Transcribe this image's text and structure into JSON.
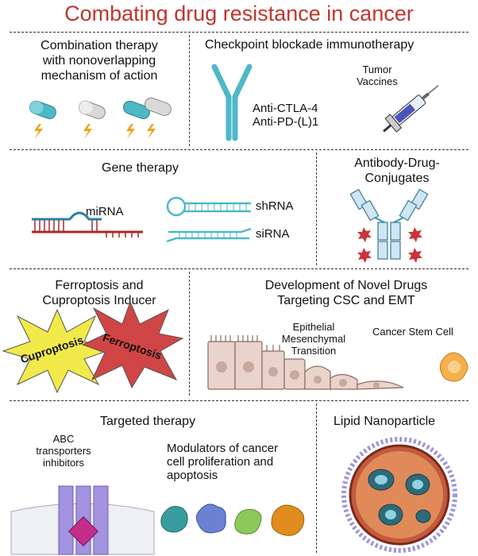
{
  "title": "Combating drug resistance in cancer",
  "panels": {
    "combination": {
      "heading": "Combination therapy\nwith nonoverlapping\nmechanism of action"
    },
    "checkpoint": {
      "heading": "Checkpoint blockade immunotherapy",
      "antibody_label": "Anti-CTLA-4\nAnti-PD-(L)1",
      "vaccine_label": "Tumor\nVaccines"
    },
    "gene": {
      "heading": "Gene therapy",
      "mirna": "miRNA",
      "shrna": "shRNA",
      "sirna": "siRNA"
    },
    "adc": {
      "heading": "Antibody-Drug-\nConjugates"
    },
    "ferro": {
      "heading": "Ferroptosis and\nCuproptosis Inducer",
      "burst1": "Cuproptosis",
      "burst2": "Ferroptosis"
    },
    "novel": {
      "heading": "Development of Novel Drugs\nTargeting CSC and EMT",
      "emt": "Epithelial\nMesenchymal\nTransition",
      "csc": "Cancer Stem Cell"
    },
    "targeted": {
      "heading": "Targeted therapy",
      "abc": "ABC\ntransporters\ninhibitors",
      "modulators": "Modulators of cancer\ncell proliferation and\napoptosis"
    },
    "lipid": {
      "heading": "Lipid Nanoparticle"
    }
  },
  "colors": {
    "title": "#c0352b",
    "teal": "#4fb8c6",
    "red": "#c8343a",
    "yellow": "#f2ea4a",
    "purple": "#8b7fd0"
  }
}
